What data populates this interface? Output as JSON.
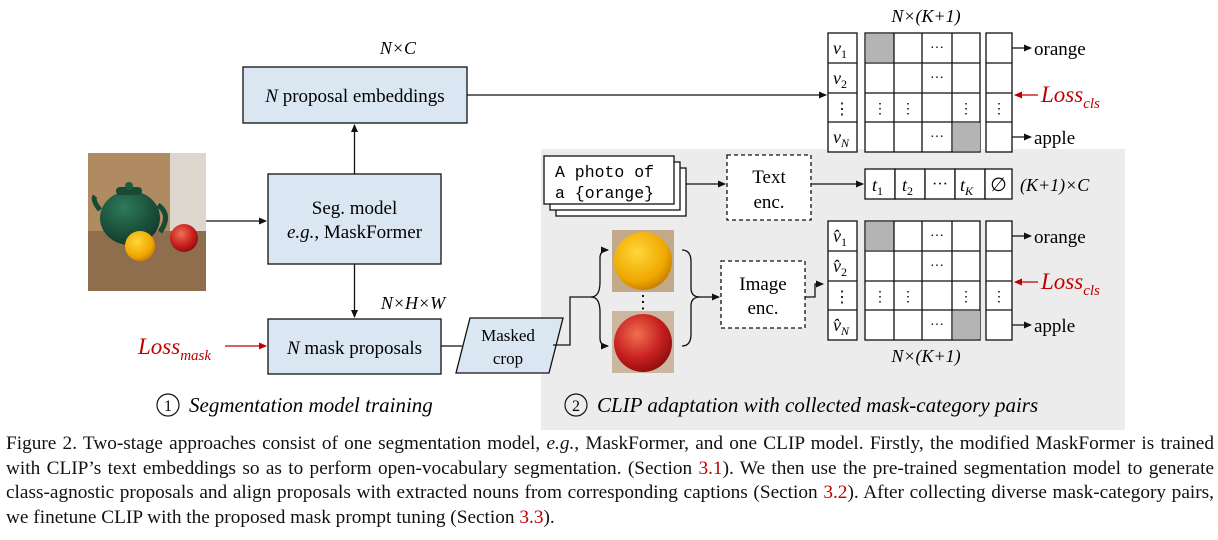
{
  "diagram": {
    "labels": {
      "n_times_c": "N×C",
      "proposal_embeddings_n": "N",
      "proposal_embeddings_text": " proposal embeddings",
      "seg_model_line1": "Seg. model",
      "seg_model_eg": "e.g.",
      "seg_model_line2_rest": ", MaskFormer",
      "nhw": "N×H×W",
      "mask_proposals_n": "N",
      "mask_proposals_text": " mask proposals",
      "loss_mask_main": "Loss",
      "loss_mask_sub": "mask",
      "masked_crop_line1": "Masked",
      "masked_crop_line2": "crop",
      "prompt_line1": "A photo of",
      "prompt_line2": "a {orange}",
      "text_enc_line1": "Text",
      "text_enc_line2": "enc.",
      "image_enc_line1": "Image",
      "image_enc_line2": "enc.",
      "top_matrix_header": "N×(K+1)",
      "bottom_matrix_footer": "N×(K+1)",
      "orange": "orange",
      "apple": "apple",
      "loss_cls_main": "Loss",
      "loss_cls_sub": "cls",
      "k1_times_c": "(K+1)×C",
      "dots_h": "···",
      "dots_v": "⋮",
      "null_symbol": "∅",
      "v_letter": "v",
      "vhat_letter": "v̂",
      "t_letter": "t",
      "sub_1": "1",
      "sub_2": "2",
      "sub_N": "N",
      "sub_K": "K",
      "circled_1": "1",
      "circled_2": "2",
      "stage1_title": "Segmentation model training",
      "stage2_title": "CLIP adaptation with collected mask-category pairs"
    },
    "colors": {
      "box_fill": "#dae6f2",
      "shaded_bg": "#ececec",
      "gray_cell": "#b4b4b4",
      "loss_red": "#c00000"
    }
  },
  "caption": {
    "prefix": "Figure 2.  Two-stage approaches consist of one segmentation model, ",
    "eg": "e.g.",
    "part1": ", MaskFormer, and one CLIP model.  Firstly, the modified MaskFormer is trained with CLIP’s text embeddings so as to perform open-vocabulary segmentation.  (Section ",
    "ref1": "3.1",
    "part2": ").  We then use the pre-trained segmentation model to generate class-agnostic proposals and align proposals with extracted nouns from corresponding captions (Section ",
    "ref2": "3.2",
    "part3": ").  After collecting diverse mask-category pairs, we finetune CLIP with the proposed mask prompt tuning (Section ",
    "ref3": "3.3",
    "part4": ")."
  }
}
